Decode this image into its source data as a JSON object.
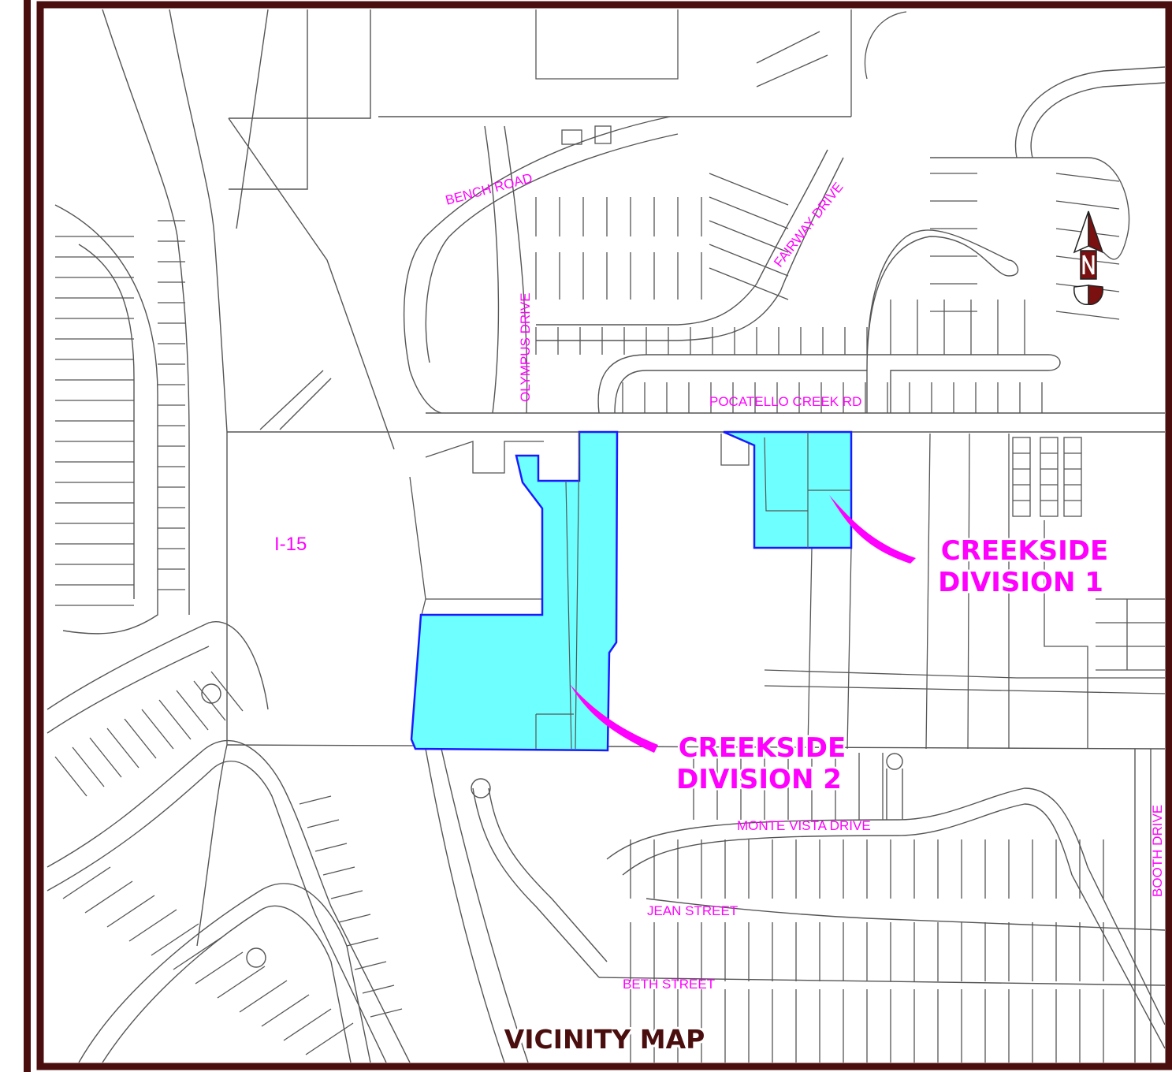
{
  "map": {
    "title": "VICINITY MAP",
    "colors": {
      "frame": "#4a0e0e",
      "label": "#ff00ff",
      "highlight_fill": "#6effff",
      "highlight_stroke": "#1a1aff",
      "parcel_line": "#555555",
      "north_arrow": "#7a1010"
    },
    "streets": {
      "bench": "BENCH ROAD",
      "olympus": "OLYMPUS DRIVE",
      "fairway": "FAIRWAY DRIVE",
      "pocatello": "POCATELLO CREEK RD",
      "interstate": "I-15",
      "monte_vista": "MONTE VISTA DRIVE",
      "jean": "JEAN STREET",
      "beth": "BETH STREET",
      "booth": "BOOTH DRIVE"
    },
    "divisions": {
      "d1_line1": "CREEKSIDE",
      "d1_line2": "DIVISION 1",
      "d2_line1": "CREEKSIDE",
      "d2_line2": "DIVISION 2"
    },
    "north_arrow_icon": "north-arrow-icon"
  }
}
